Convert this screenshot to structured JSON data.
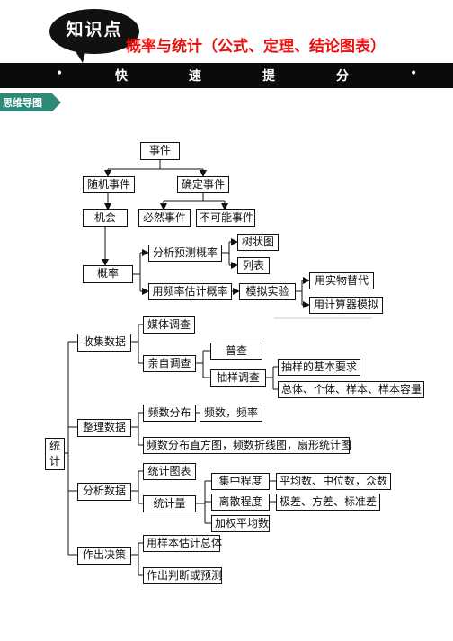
{
  "header": {
    "badge": "知识点",
    "title": "概率与统计（公式、定理、结论图表）",
    "banner_words": [
      "快",
      "速",
      "提",
      "分"
    ],
    "banner_dot": "•",
    "section_tag": "思维导图"
  },
  "colors": {
    "title_red": "#e8110f",
    "banner": "#0b0b0b",
    "tag_green": "#2d8a78"
  },
  "probability": {
    "root": "事件",
    "random_event": "随机事件",
    "certain_event": "确定事件",
    "chance": "机会",
    "inevitable_event": "必然事件",
    "impossible_event": "不可能事件",
    "probability": "概率",
    "analyze_predict": "分析预测概率",
    "tree_diagram": "树状图",
    "list_table": "列表",
    "frequency_estimate": "用频率估计概率",
    "simulation": "模拟实验",
    "physical_substitute": "用实物替代",
    "computer_simulation": "用计算器模拟"
  },
  "statistics": {
    "root": "统计",
    "collect": "收集数据",
    "media_survey": "媒体调查",
    "self_survey": "亲自调查",
    "census": "普查",
    "sampling": "抽样调查",
    "sampling_requirements": "抽样的基本要求",
    "population_terms": "总体、个体、样本、样本容量",
    "organize": "整理数据",
    "freq_distribution": "频数分布",
    "freq_and_rate": "频数，频率",
    "charts": "频数分布直方图，频数折线图，扇形统计图",
    "analyze": "分析数据",
    "stat_table": "统计图表",
    "stat_measure": "统计量",
    "central_tendency": "集中程度",
    "central_measures": "平均数、中位数，众数",
    "dispersion": "离散程度",
    "dispersion_measures": "极差、方差、标准差",
    "weighted_mean": "加权平均数",
    "decide": "作出决策",
    "sample_estimate": "用样本估计总体",
    "judge_predict": "作出判断或预测"
  }
}
